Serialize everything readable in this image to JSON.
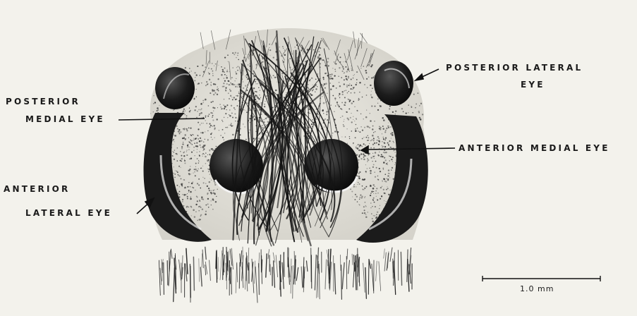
{
  "labels": {
    "posterior_lateral_line1": "POSTERIOR LATERAL",
    "posterior_lateral_line2": "EYE",
    "posterior_medial_line1": "POSTERIOR",
    "posterior_medial_line2": "MEDIAL EYE",
    "anterior_medial": "ANTERIOR MEDIAL EYE",
    "anterior_lateral_line1": "ANTERIOR",
    "anterior_lateral_line2": "LATERAL EYE"
  },
  "scale_bar": {
    "label": "1.0 mm"
  },
  "colors": {
    "ink": "#151515",
    "paper": "#f3f2ec",
    "stipple": "#2a2a2a"
  }
}
